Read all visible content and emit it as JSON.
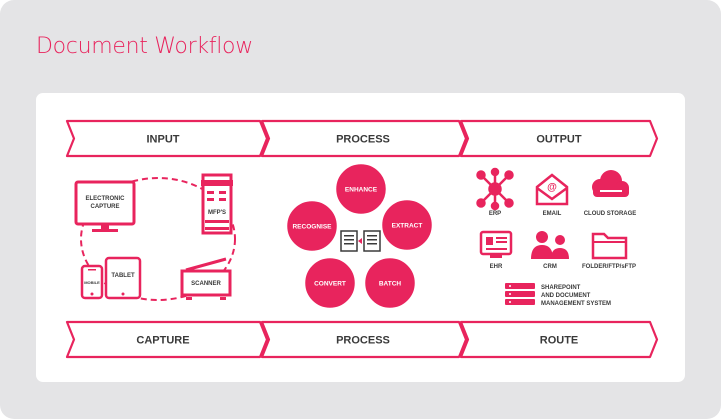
{
  "page": {
    "title": "Document Workflow"
  },
  "top_bands": [
    "INPUT",
    "PROCESS",
    "OUTPUT"
  ],
  "bottom_bands": [
    "CAPTURE",
    "PROCESS",
    "ROUTE"
  ],
  "capture": {
    "electronic_capture": [
      "ELECTRONIC",
      "CAPTURE"
    ],
    "mfps": "MFP'S",
    "mobile": "MOBILE",
    "tablet": "TABLET",
    "scanner": "SCANNER"
  },
  "process_steps": [
    "ENHANCE",
    "EXTRACT",
    "BATCH",
    "CONVERT",
    "RECOGNISE"
  ],
  "outputs": {
    "erp": "ERP",
    "email": "EMAIL",
    "cloud": "CLOUD STORAGE",
    "ehr": "EHR",
    "crm": "CRM",
    "folder": "FOLDER/FTP/sFTP",
    "sharepoint": [
      "SHAREPOINT",
      "AND DOCUMENT",
      "MANAGEMENT SYSTEM"
    ]
  },
  "colors": {
    "accent": "#e8245d",
    "frame": "#e4e4e6",
    "text": "#3a3a3a"
  }
}
